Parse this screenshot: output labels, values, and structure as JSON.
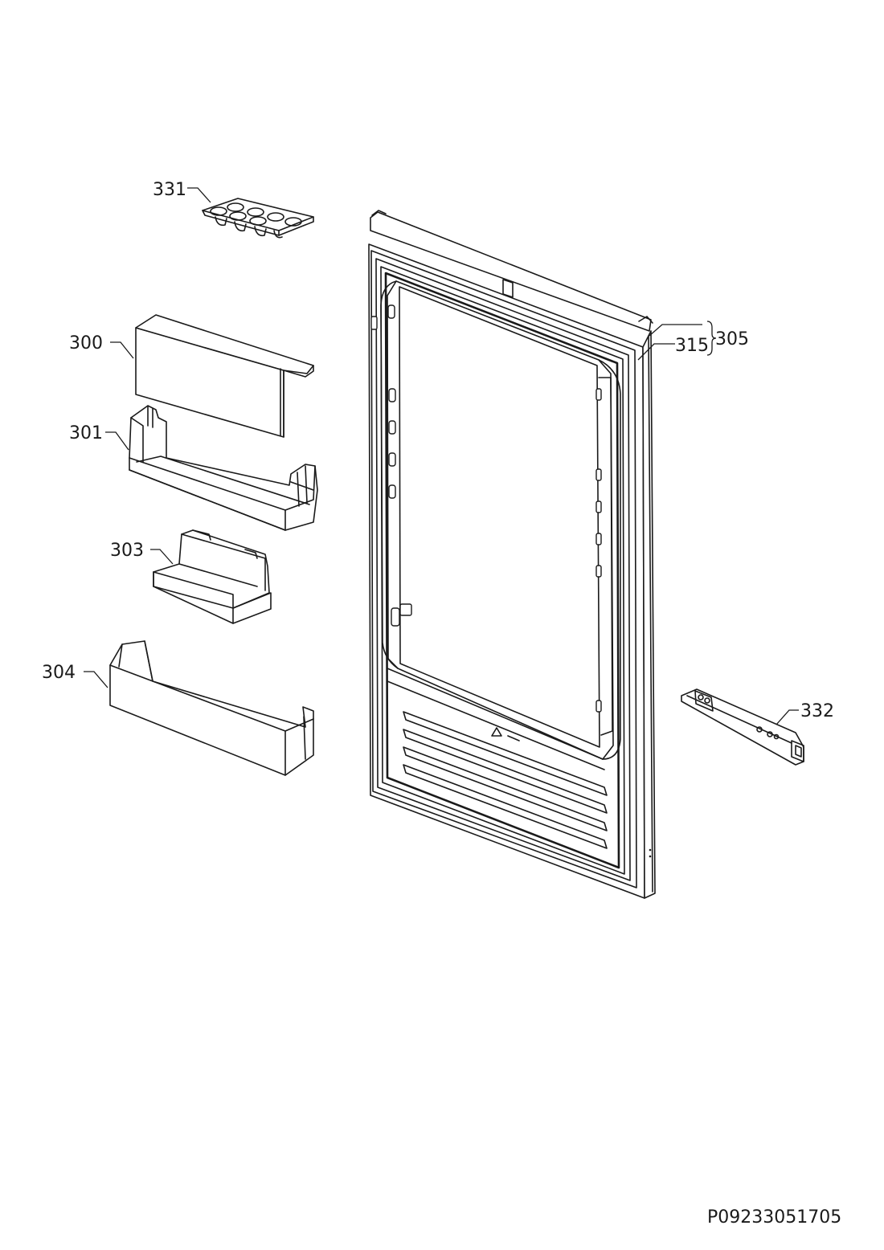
{
  "callouts": {
    "p331": "331",
    "p300": "300",
    "p301": "301",
    "p303": "303",
    "p304": "304",
    "p305": "305",
    "p315": "315",
    "p332": "332"
  },
  "document_number": "P09233051705"
}
